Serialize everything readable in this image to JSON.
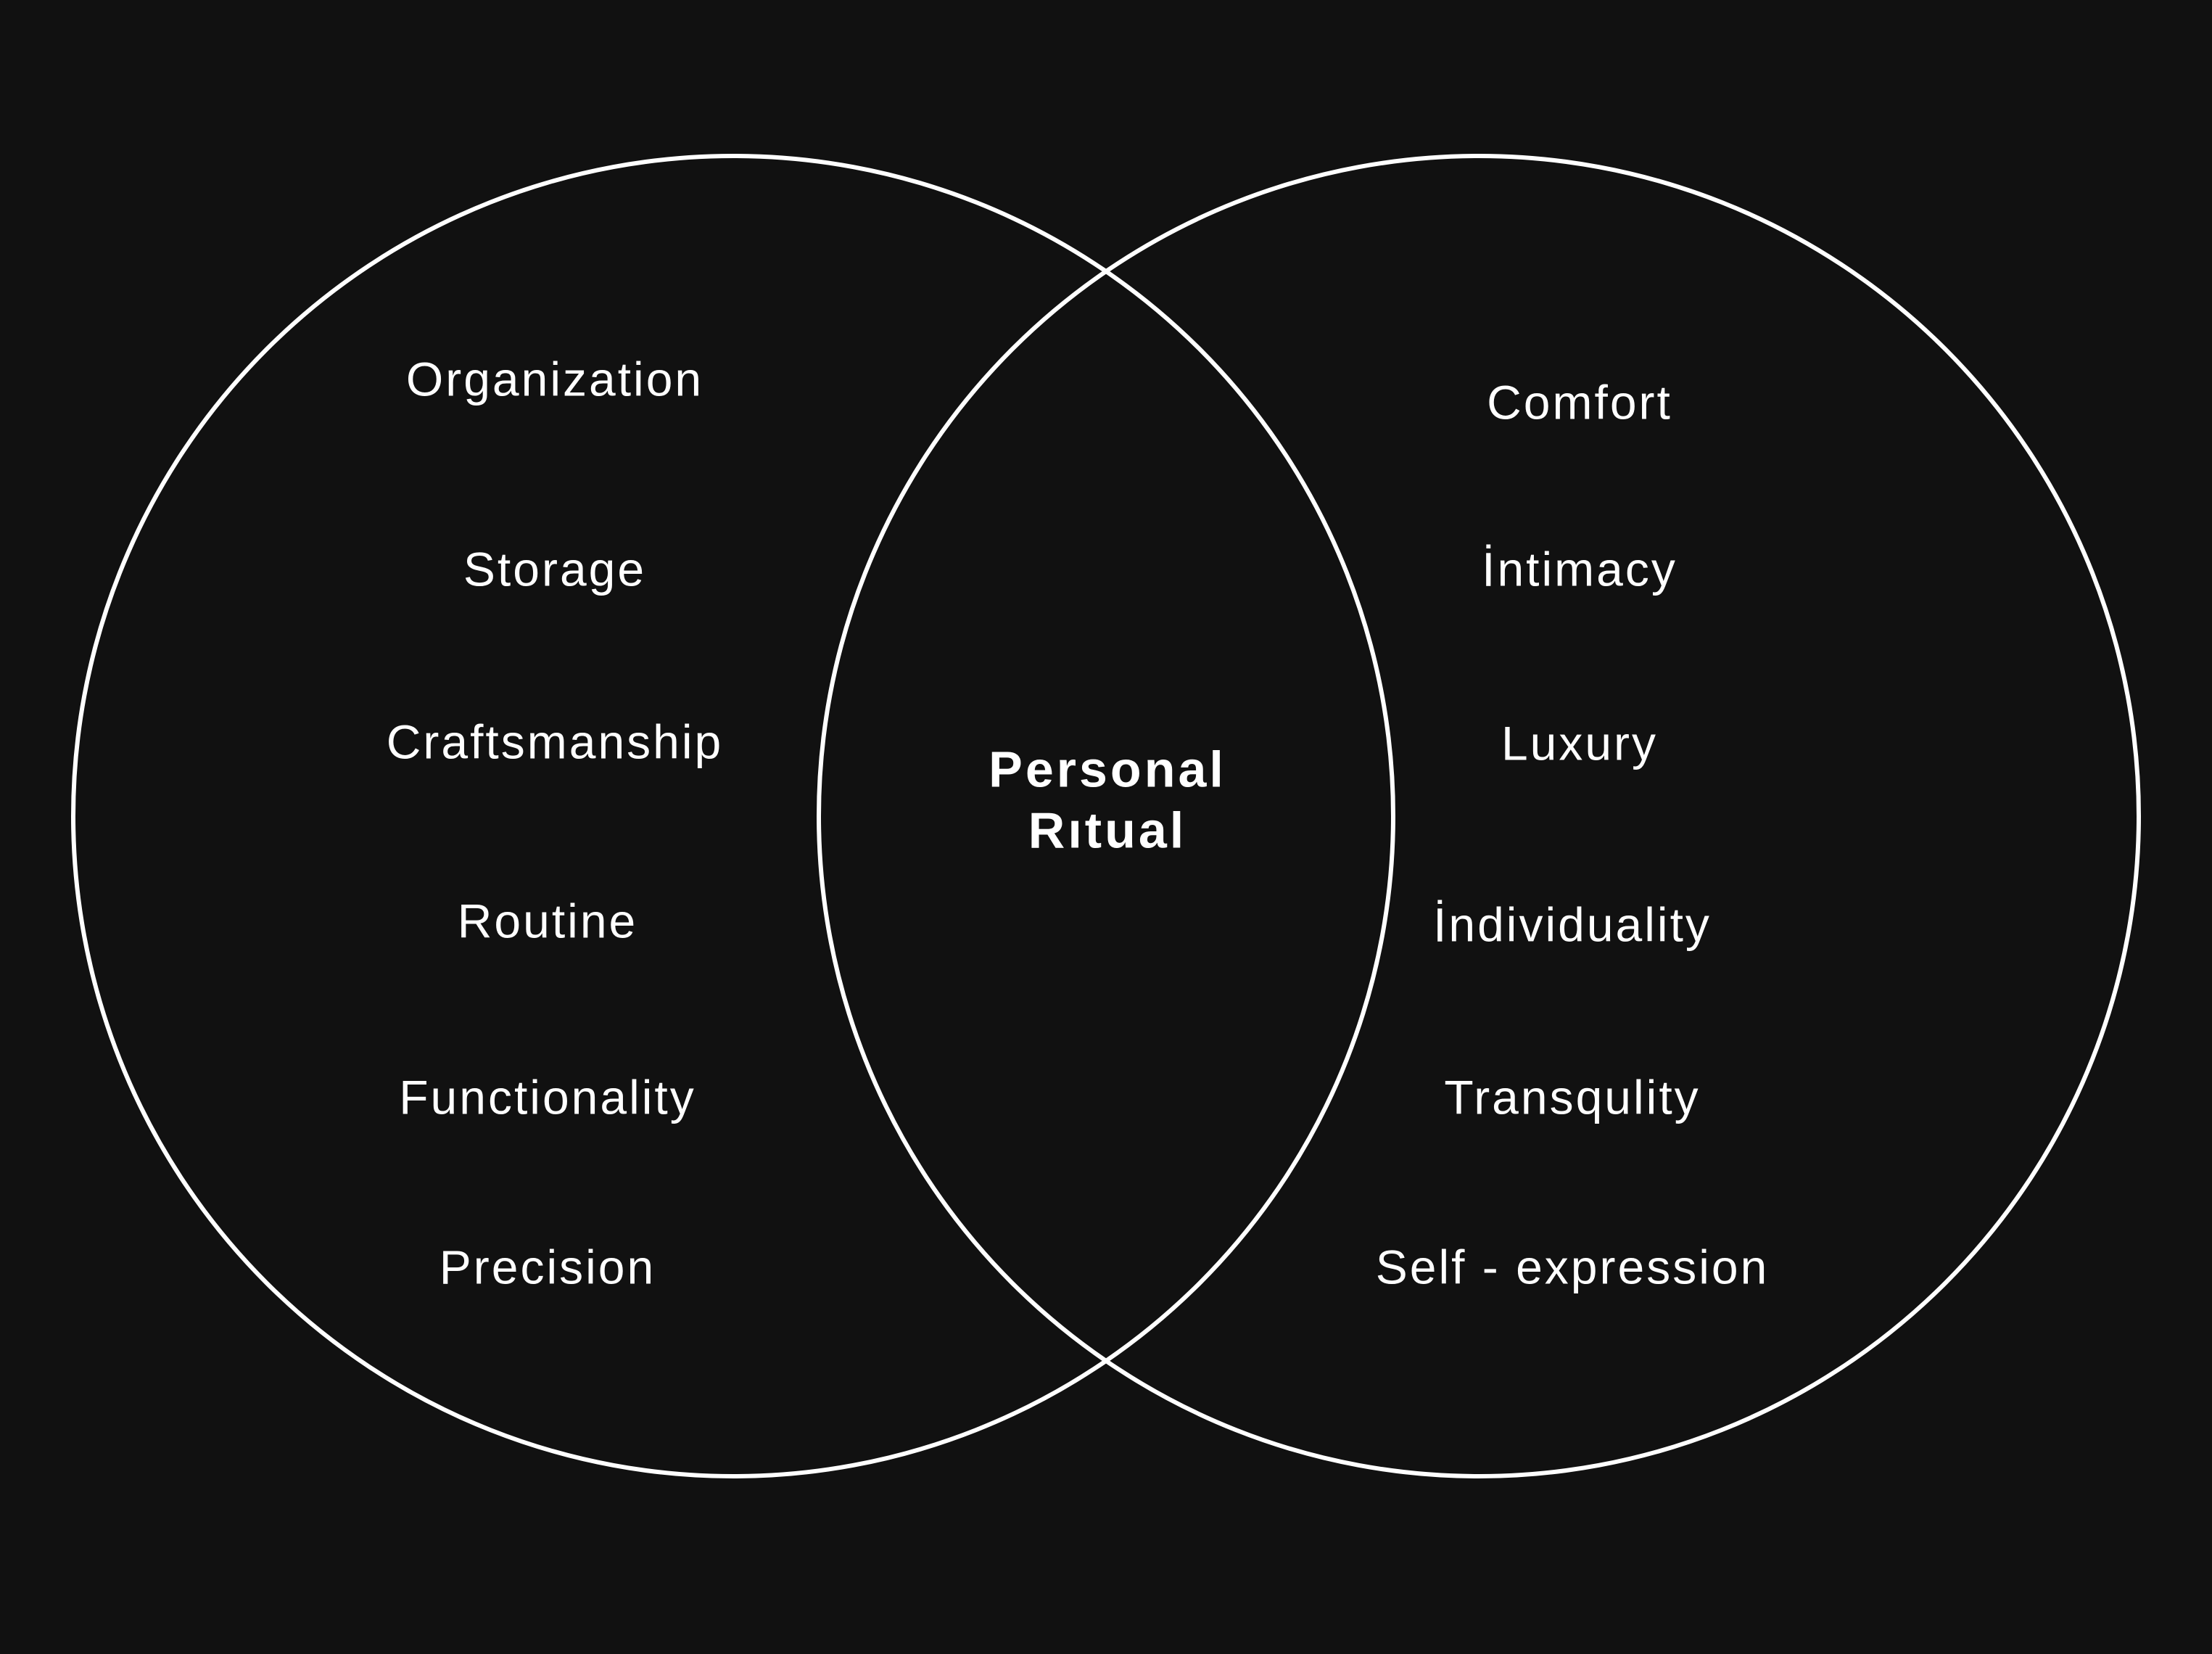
{
  "colors": {
    "background": "#111111",
    "stroke": "#ffffff",
    "text": "#ffffff"
  },
  "left_set": {
    "items": [
      "Organization",
      "Storage",
      "Craftsmanship",
      "Routine",
      "Functionality",
      "Precision"
    ]
  },
  "right_set": {
    "items": [
      "Comfort",
      "İntimacy",
      "Luxury",
      "İndividuality",
      "Transqulity",
      "Self - expression"
    ]
  },
  "intersection": {
    "lines": [
      "Personal",
      "Rıtual"
    ]
  }
}
